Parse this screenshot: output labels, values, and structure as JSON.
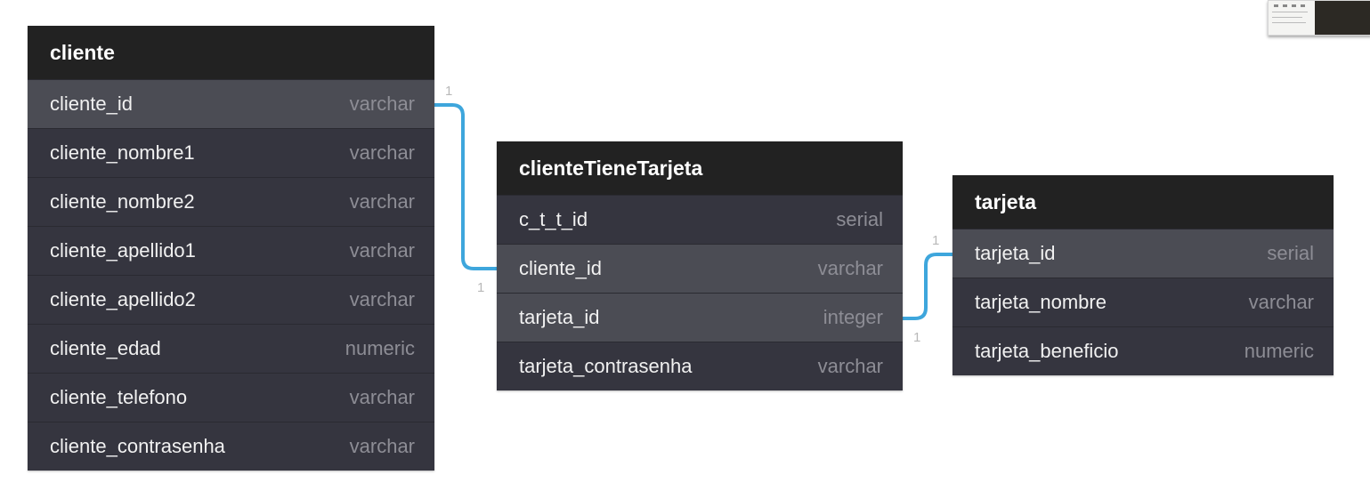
{
  "tables": {
    "cliente": {
      "name": "cliente",
      "rows": [
        {
          "field": "cliente_id",
          "type": "varchar"
        },
        {
          "field": "cliente_nombre1",
          "type": "varchar"
        },
        {
          "field": "cliente_nombre2",
          "type": "varchar"
        },
        {
          "field": "cliente_apellido1",
          "type": "varchar"
        },
        {
          "field": "cliente_apellido2",
          "type": "varchar"
        },
        {
          "field": "cliente_edad",
          "type": "numeric"
        },
        {
          "field": "cliente_telefono",
          "type": "varchar"
        },
        {
          "field": "cliente_contrasenha",
          "type": "varchar"
        }
      ]
    },
    "clienteTieneTarjeta": {
      "name": "clienteTieneTarjeta",
      "rows": [
        {
          "field": "c_t_t_id",
          "type": "serial"
        },
        {
          "field": "cliente_id",
          "type": "varchar"
        },
        {
          "field": "tarjeta_id",
          "type": "integer"
        },
        {
          "field": "tarjeta_contrasenha",
          "type": "varchar"
        }
      ]
    },
    "tarjeta": {
      "name": "tarjeta",
      "rows": [
        {
          "field": "tarjeta_id",
          "type": "serial"
        },
        {
          "field": "tarjeta_nombre",
          "type": "varchar"
        },
        {
          "field": "tarjeta_beneficio",
          "type": "numeric"
        }
      ]
    }
  },
  "relationships": [
    {
      "from": "cliente.cliente_id",
      "to": "clienteTieneTarjeta.cliente_id",
      "from_card": "1",
      "to_card": "1"
    },
    {
      "from": "clienteTieneTarjeta.tarjeta_id",
      "to": "tarjeta.tarjeta_id",
      "from_card": "1",
      "to_card": "1"
    }
  ],
  "colors": {
    "link": "#3ea6dc",
    "header_bg": "#222222",
    "row_bg": "#35353f",
    "row_highlight_bg": "#4b4c54",
    "type_text": "#8d8d95"
  }
}
